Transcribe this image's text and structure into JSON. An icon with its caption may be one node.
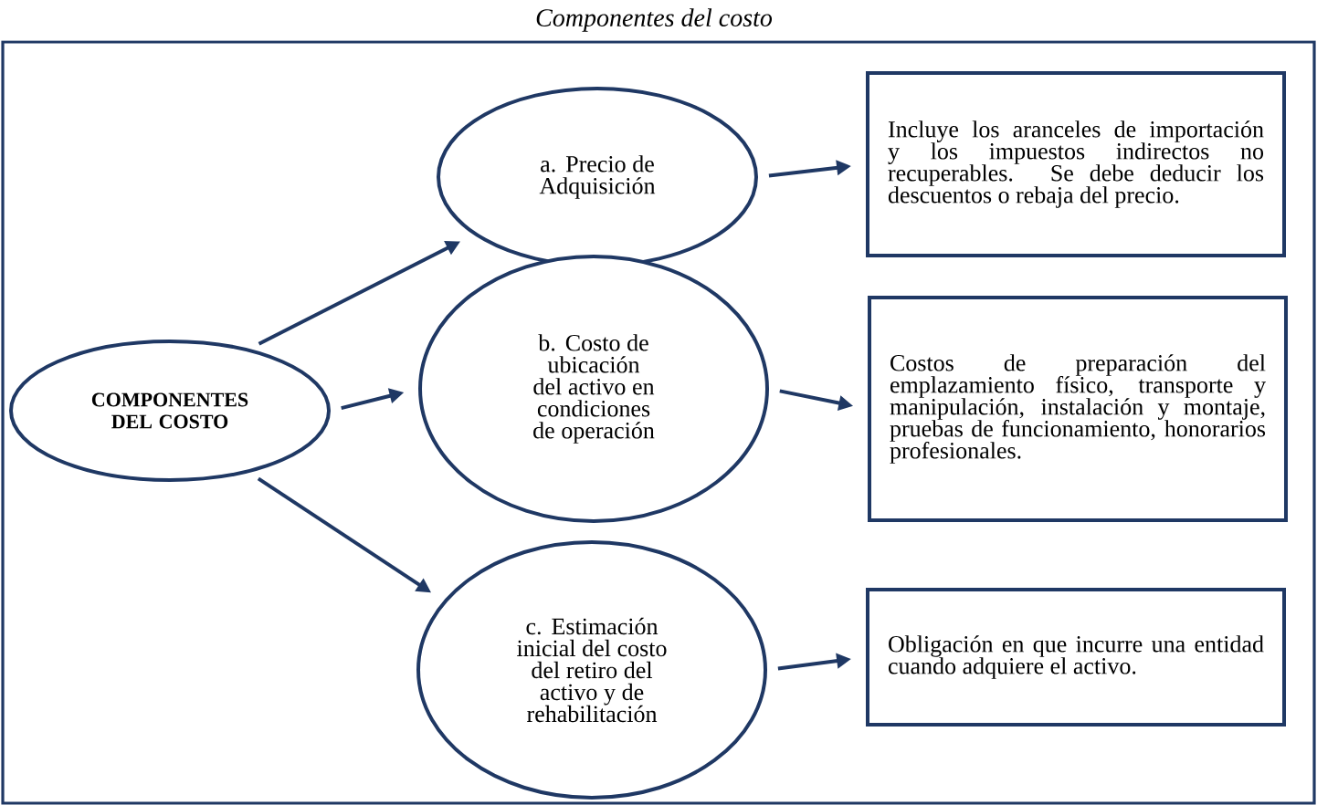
{
  "diagram": {
    "title": "Componentes del costo",
    "nodes": [
      {
        "text": [
          "COMPONENTES DEL COSTO"
        ]
      },
      {
        "text": [
          "a. Precio de Adquisición"
        ]
      },
      {
        "text": [
          "b. Costo de ubicación del activo en condiciones de operación"
        ]
      },
      {
        "text": [
          "c. Estimación inicial del costo del retiro del activo y de rehabilitación"
        ]
      },
      {
        "text": [
          "Incluye los aranceles de importación y los impuestos indirectos no recuperables. Se debe deducir los descuentos o rebaja del precio."
        ]
      },
      {
        "text": [
          "Costos de preparación del emplazamiento físico, transporte y manipulación, instalación y montaje, pruebas de funcionamiento, honorarios profesionales."
        ]
      },
      {
        "text": [
          "Obligación en que incurre una entidad cuando adquiere el activo."
        ]
      }
    ],
    "edges": [
      {
        "from": 0,
        "to": 1,
        "arrow": "to"
      },
      {
        "from": 0,
        "to": 2,
        "arrow": "to"
      },
      {
        "from": 0,
        "to": 3,
        "arrow": "to"
      },
      {
        "from": 1,
        "to": 4,
        "arrow": "to"
      },
      {
        "from": 2,
        "to": 5,
        "arrow": "to"
      },
      {
        "from": 3,
        "to": 6,
        "arrow": "to"
      }
    ]
  }
}
